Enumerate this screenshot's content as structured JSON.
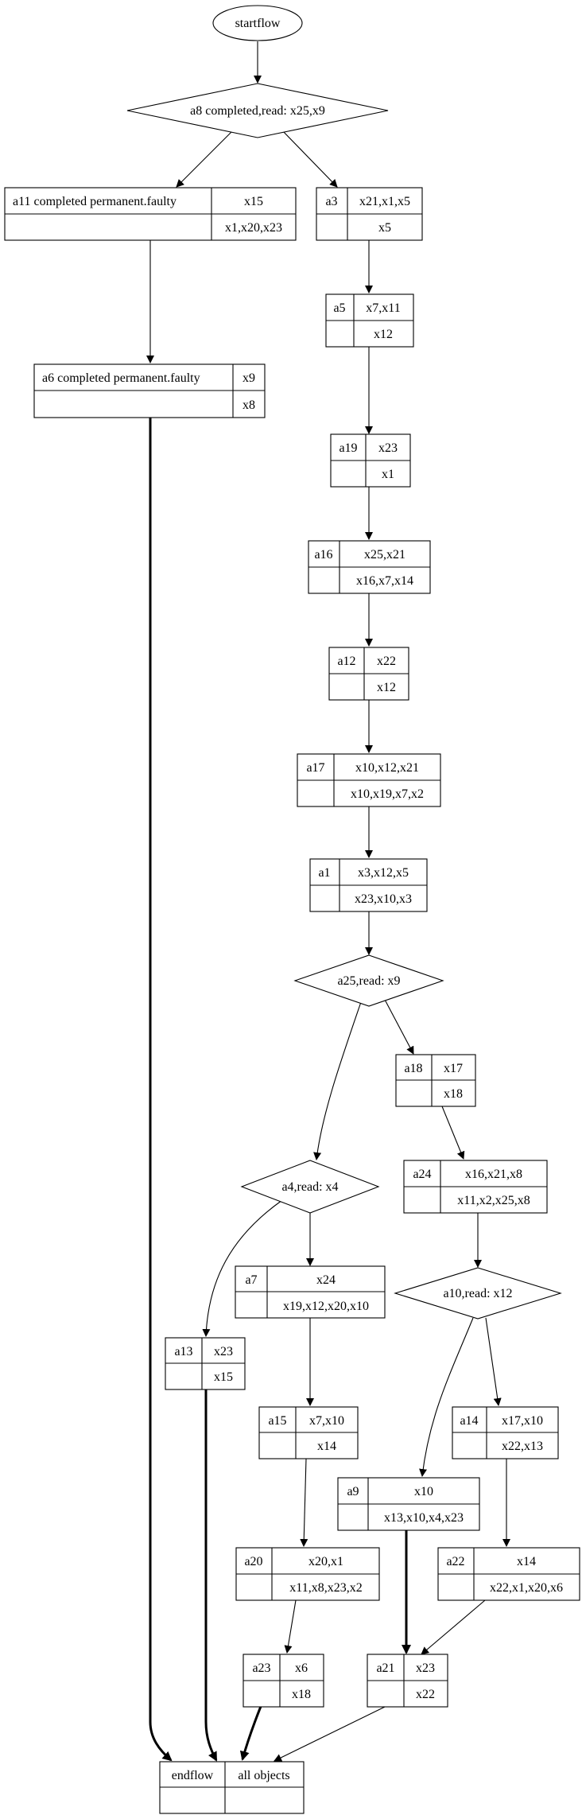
{
  "start": "startflow",
  "decisions": {
    "a8": "a8 completed,read: x25,x9",
    "a25": "a25,read: x9",
    "a4": "a4,read: x4",
    "a10": "a10,read: x12"
  },
  "tasks": {
    "a11": {
      "name": "a11  completed permanent.faulty",
      "top": "x15",
      "bottom": "x1,x20,x23"
    },
    "a3": {
      "name": "a3",
      "top": "x21,x1,x5",
      "bottom": "x5"
    },
    "a6": {
      "name": "a6  completed permanent.faulty",
      "top": "x9",
      "bottom": "x8"
    },
    "a5": {
      "name": "a5",
      "top": "x7,x11",
      "bottom": "x12"
    },
    "a19": {
      "name": "a19",
      "top": "x23",
      "bottom": "x1"
    },
    "a16": {
      "name": "a16",
      "top": "x25,x21",
      "bottom": "x16,x7,x14"
    },
    "a12": {
      "name": "a12",
      "top": "x22",
      "bottom": "x12"
    },
    "a17": {
      "name": "a17",
      "top": "x10,x12,x21",
      "bottom": "x10,x19,x7,x2"
    },
    "a1": {
      "name": "a1",
      "top": "x3,x12,x5",
      "bottom": "x23,x10,x3"
    },
    "a18": {
      "name": "a18",
      "top": "x17",
      "bottom": "x18"
    },
    "a24": {
      "name": "a24",
      "top": "x16,x21,x8",
      "bottom": "x11,x2,x25,x8"
    },
    "a7": {
      "name": "a7",
      "top": "x24",
      "bottom": "x19,x12,x20,x10"
    },
    "a13": {
      "name": "a13",
      "top": "x23",
      "bottom": "x15"
    },
    "a14": {
      "name": "a14",
      "top": "x17,x10",
      "bottom": "x22,x13"
    },
    "a15": {
      "name": "a15",
      "top": "x7,x10",
      "bottom": "x14"
    },
    "a9": {
      "name": "a9",
      "top": "x10",
      "bottom": "x13,x10,x4,x23"
    },
    "a20": {
      "name": "a20",
      "top": "x20,x1",
      "bottom": "x11,x8,x23,x2"
    },
    "a22": {
      "name": "a22",
      "top": "x14",
      "bottom": "x22,x1,x20,x6"
    },
    "a23": {
      "name": "a23",
      "top": "x6",
      "bottom": "x18"
    },
    "a21": {
      "name": "a21",
      "top": "x23",
      "bottom": "x22"
    }
  },
  "end": {
    "name": "endflow",
    "top": "all objects",
    "bottom": ""
  }
}
